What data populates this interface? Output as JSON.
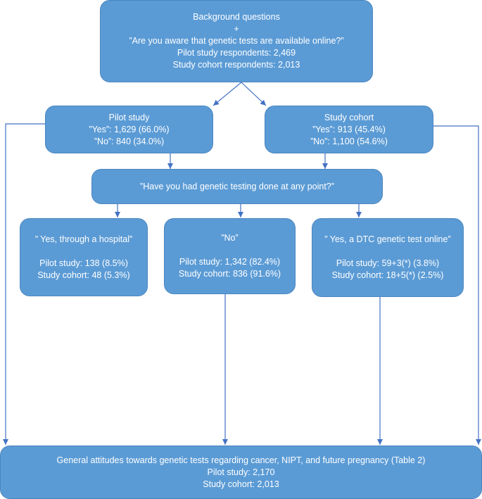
{
  "top_box": {
    "line1": "Background questions",
    "line2": "+",
    "line3": "”Are you aware that genetic tests are available online?”",
    "line4": "Pilot study respondents: 2,469",
    "line5": "Study cohort respondents: 2,013"
  },
  "pilot_box": {
    "title": "Pilot study",
    "yes": "”Yes”: 1,629 (66.0%)",
    "no": "”No”: 840 (34.0%)"
  },
  "cohort_box": {
    "title": "Study cohort",
    "yes": "”Yes”: 913 (45.4%)",
    "no": "”No”: 1,100 (54.6%)"
  },
  "question_box": {
    "text": "”Have you had genetic testing done at any point?”"
  },
  "hospital_box": {
    "title": "” Yes, through a hospital”",
    "pilot": "Pilot study: 138 (8.5%)",
    "cohort": "Study cohort: 48 (5.3%)"
  },
  "no_box": {
    "title": "”No”",
    "pilot": "Pilot study: 1,342 (82.4%)",
    "cohort": "Study cohort: 836 (91.6%)"
  },
  "dtc_box": {
    "title": "” Yes, a DTC genetic test online”",
    "pilot": "Pilot study: 59+3(*) (3.8%)",
    "cohort": "Study cohort: 18+5(*) (2.5%)"
  },
  "bottom_box": {
    "line1": "General attitudes towards genetic tests regarding cancer, NIPT, and future pregnancy (Table 2)",
    "line2": "Pilot study: 2,170",
    "line3": "Study cohort: 2,013"
  },
  "colors": {
    "box_fill": "#5b9bd5",
    "box_border": "#4a86c0",
    "arrow": "#4472c4",
    "text": "#ffffff"
  }
}
